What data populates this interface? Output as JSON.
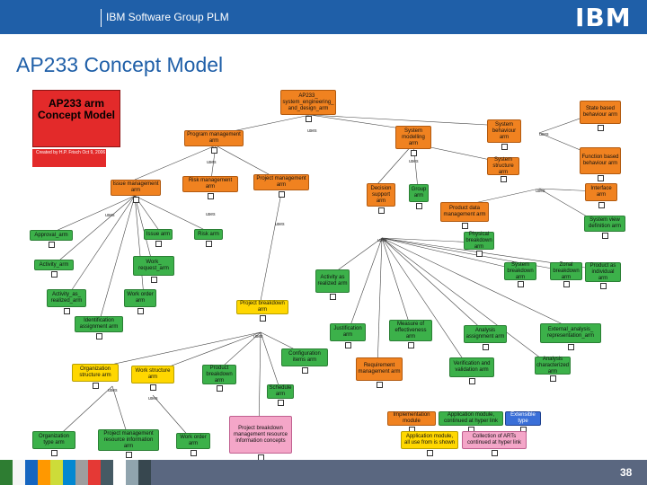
{
  "header": {
    "group": "IBM Software Group PLM",
    "logo": "IBM"
  },
  "title": "AP233 Concept Model",
  "legend": {
    "name": "AP233 arm Concept Model",
    "credit": "Created by H.P. Frisch Oct 9, 2006"
  },
  "nodes": [
    {
      "id": "n_root",
      "label": "AP233_ system_engineering_ and_design_arm",
      "cls": "o"
    },
    {
      "id": "n_state",
      "label": "State based behaviour arm",
      "cls": "o"
    },
    {
      "id": "n_pm",
      "label": "Program management arm",
      "cls": "o"
    },
    {
      "id": "n_sysmod",
      "label": "System modelling arm",
      "cls": "o"
    },
    {
      "id": "n_sysbeh",
      "label": "System behaviour arm",
      "cls": "o"
    },
    {
      "id": "n_func",
      "label": "Function based behaviour arm",
      "cls": "o"
    },
    {
      "id": "n_issuemgmt",
      "label": "Issue management arm",
      "cls": "o"
    },
    {
      "id": "n_riskmgmt",
      "label": "Risk management arm",
      "cls": "o"
    },
    {
      "id": "n_projmgmt",
      "label": "Project management arm",
      "cls": "o"
    },
    {
      "id": "n_decision",
      "label": "Decision support arm",
      "cls": "o"
    },
    {
      "id": "n_group",
      "label": "Group arm",
      "cls": "g"
    },
    {
      "id": "n_sysstruct",
      "label": "System structure arm",
      "cls": "o"
    },
    {
      "id": "n_interface",
      "label": "Interface arm",
      "cls": "o"
    },
    {
      "id": "n_pdm",
      "label": "Product data management arm",
      "cls": "o"
    },
    {
      "id": "n_sysview",
      "label": "System view definition arm",
      "cls": "g"
    },
    {
      "id": "n_approval",
      "label": "Approval_arm",
      "cls": "g"
    },
    {
      "id": "n_issue",
      "label": "Issue arm",
      "cls": "g"
    },
    {
      "id": "n_risk",
      "label": "Risk arm",
      "cls": "g"
    },
    {
      "id": "n_physical",
      "label": "Physical breakdown arm",
      "cls": "g"
    },
    {
      "id": "n_activity",
      "label": "Activity_arm",
      "cls": "g"
    },
    {
      "id": "n_workreq",
      "label": "Work_ request_arm",
      "cls": "g"
    },
    {
      "id": "n_sysbreak",
      "label": "System breakdown arm",
      "cls": "g"
    },
    {
      "id": "n_zonal",
      "label": "Zonal breakdown arm",
      "cls": "g"
    },
    {
      "id": "n_prodind",
      "label": "Product as individual arm",
      "cls": "g"
    },
    {
      "id": "n_actreal",
      "label": "Activity as realized arm",
      "cls": "g"
    },
    {
      "id": "n_actas",
      "label": "Activity_as_ realized_arm",
      "cls": "g"
    },
    {
      "id": "n_workorder",
      "label": "Work order arm",
      "cls": "g"
    },
    {
      "id": "n_projbreak",
      "label": "Project breakdown arm",
      "cls": "y"
    },
    {
      "id": "n_ident",
      "label": "Identification assignment arm",
      "cls": "g"
    },
    {
      "id": "n_justif",
      "label": "Justification arm",
      "cls": "g"
    },
    {
      "id": "n_measure",
      "label": "Measure of effectiveness arm",
      "cls": "g"
    },
    {
      "id": "n_analysis",
      "label": "Analysis assignment arm",
      "cls": "g"
    },
    {
      "id": "n_external",
      "label": "External_analysis_ representation_arm",
      "cls": "g"
    },
    {
      "id": "n_config",
      "label": "Configuration items arm",
      "cls": "g"
    },
    {
      "id": "n_orgstruct",
      "label": "Organization structure arm",
      "cls": "y"
    },
    {
      "id": "n_workstruct",
      "label": "Work structure arm",
      "cls": "y"
    },
    {
      "id": "n_prodbreak",
      "label": "Product breakdown arm",
      "cls": "g"
    },
    {
      "id": "n_reqmgmt",
      "label": "Requirement management arm",
      "cls": "o"
    },
    {
      "id": "n_verif",
      "label": "Verification and validation arm",
      "cls": "g"
    },
    {
      "id": "n_analchar",
      "label": "Analysis characterized arm",
      "cls": "g"
    },
    {
      "id": "n_schedule",
      "label": "Schedule arm",
      "cls": "g"
    },
    {
      "id": "n_impl",
      "label": "Implementation module",
      "cls": "o"
    },
    {
      "id": "n_appmod",
      "label": "Application module, continued at hyper link",
      "cls": "g"
    },
    {
      "id": "n_ext",
      "label": "Extensible type",
      "cls": "b"
    },
    {
      "id": "n_appmod2",
      "label": "Application module, all use from is shown",
      "cls": "y"
    },
    {
      "id": "n_collect",
      "label": "Collection of ARTs continued at hyper link",
      "cls": "p"
    },
    {
      "id": "n_orgtype",
      "label": "Organization type arm",
      "cls": "g"
    },
    {
      "id": "n_projres",
      "label": "Project management resource information arm",
      "cls": "g"
    },
    {
      "id": "n_workord2",
      "label": "Work order arm",
      "cls": "g"
    },
    {
      "id": "n_pbmri",
      "label": "Project breakdown management resource information concepts",
      "cls": "p"
    }
  ],
  "edge_label": "uses",
  "page_number": "38"
}
